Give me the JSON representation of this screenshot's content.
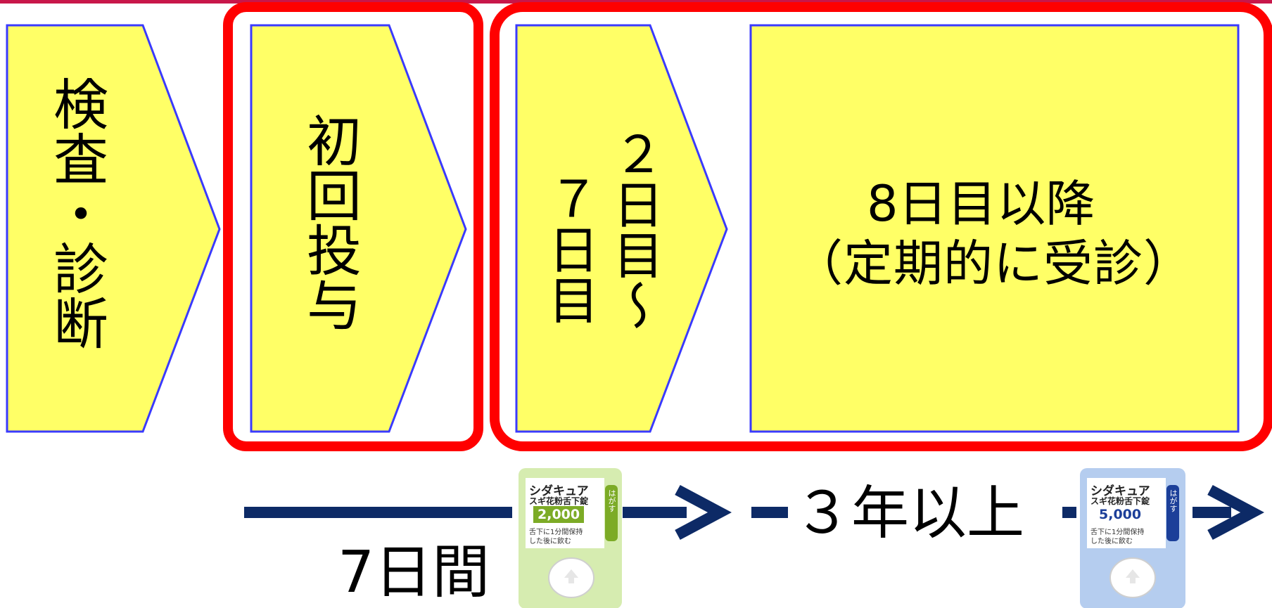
{
  "colors": {
    "top_bar": "#c8174a",
    "step_fill": "#ffff66",
    "step_border": "#3a3aff",
    "highlight": "#ff0000",
    "arrow": "#0d2a66",
    "card_green": "#d6ecb0",
    "card_blue": "#b5cdef",
    "dose_green": "#7cab26",
    "dose_blue": "#1c3f99"
  },
  "steps": [
    {
      "label": "検査・診断"
    },
    {
      "label": "初回投与"
    },
    {
      "label_right": "２日目〜",
      "label_left": "７日目"
    },
    {
      "line1": "8日目以降",
      "line2": "（定期的に受診）"
    }
  ],
  "timeline": {
    "period1": "7日間",
    "period2": "３年以上"
  },
  "medicines": [
    {
      "brand": "シダキュア",
      "desc": "スギ花粉舌下錠",
      "dose": "2,000",
      "tab": "はがす",
      "note1": "舌下に1分間保持",
      "note2": "した後に飲む"
    },
    {
      "brand": "シダキュア",
      "desc": "スギ花粉舌下錠",
      "dose": "5,000",
      "tab": "はがす",
      "note1": "舌下に1分間保持",
      "note2": "した後に飲む"
    }
  ]
}
